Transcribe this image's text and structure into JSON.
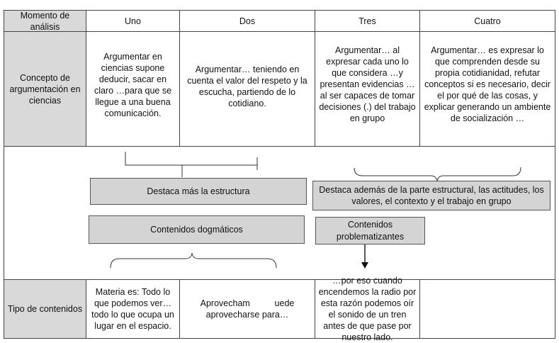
{
  "header": {
    "col0": "Momento de análisis",
    "col1": "Uno",
    "col2": "Dos",
    "col3": "Tres",
    "col4": "Cuatro"
  },
  "row_concepto": {
    "label": "Concepto de argumentación en ciencias",
    "uno": "Argumentar en ciencias supone deducir, sacar en claro …para que se llegue a una buena comunicación.",
    "dos": "Argumentar… teniendo en cuenta el valor del respeto y la escucha, partiendo de lo cotidiano.",
    "tres": "Argumentar… al expresar cada uno lo que considera …y presentan evidencias …al ser capaces de tomar decisiones (.) del trabajo en grupo",
    "cuatro": "Argumentar… es expresar lo que comprenden desde su propia cotidianidad, refutar conceptos si es necesario, decir el por qué de las cosas, y explicar generando un ambiente de socialización …"
  },
  "middle": {
    "estructura": "Destaca más la estructura",
    "ademas": "Destaca además de la parte estructural, las actitudes, los valores, el contexto y el trabajo en grupo",
    "dogmaticos": "Contenidos dogmáticos",
    "problematizantes": "Contenidos problematizantes"
  },
  "row_tipo": {
    "label": "Tipo de contenidos",
    "uno": "Materia es: Todo lo que podemos ver… todo lo que ocupa un lugar en el espacio.",
    "dos": "Aprovecham          uede aprovecharse para…",
    "tres": "…por eso cuando encendemos la radio por esta razón podemos oír el sonido de un tren antes de que pase por nuestro lado.",
    "cuatro": ""
  }
}
